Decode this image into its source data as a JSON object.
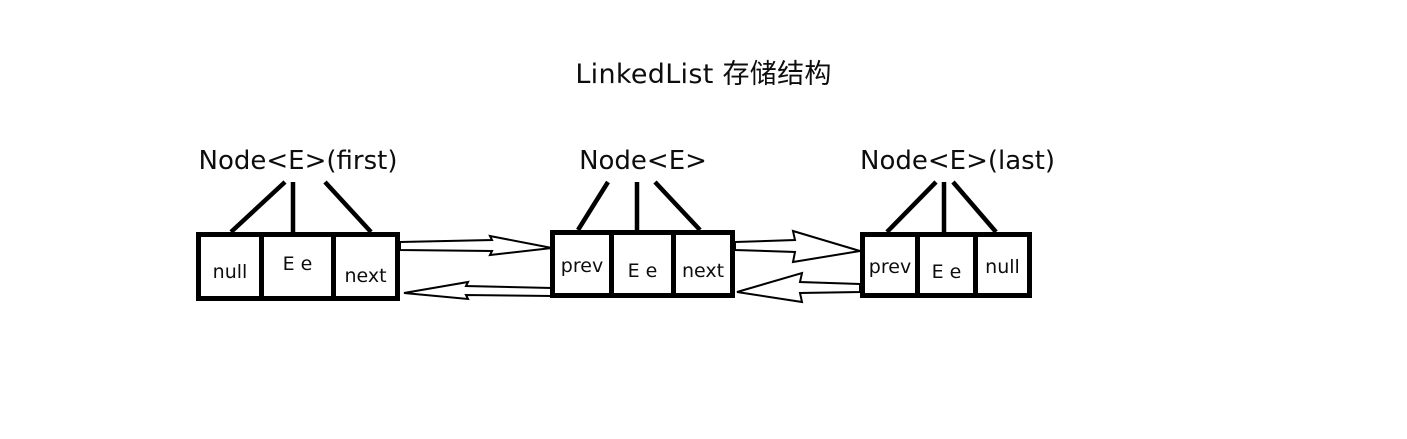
{
  "diagram": {
    "title": "LinkedList 存储结构",
    "type": "doubly-linked-list-structure",
    "nodes": [
      {
        "id": "node-first",
        "label": "Node<E>(first)",
        "cells": [
          {
            "name": "prev-cell",
            "text": "null"
          },
          {
            "name": "element-cell",
            "text": "E e"
          },
          {
            "name": "next-cell",
            "text": "next"
          }
        ]
      },
      {
        "id": "node-middle",
        "label": "Node<E>",
        "cells": [
          {
            "name": "prev-cell",
            "text": "prev"
          },
          {
            "name": "element-cell",
            "text": "E e"
          },
          {
            "name": "next-cell",
            "text": "next"
          }
        ]
      },
      {
        "id": "node-last",
        "label": "Node<E>(last)",
        "cells": [
          {
            "name": "prev-cell",
            "text": "prev"
          },
          {
            "name": "element-cell",
            "text": "E e"
          },
          {
            "name": "next-cell",
            "text": "null"
          }
        ]
      }
    ],
    "connectors": [
      {
        "name": "next-arrow-first-to-middle",
        "direction": "right",
        "from": "node-first",
        "to": "node-middle"
      },
      {
        "name": "prev-arrow-middle-to-first",
        "direction": "left",
        "from": "node-middle",
        "to": "node-first"
      },
      {
        "name": "next-arrow-middle-to-last",
        "direction": "right",
        "from": "node-middle",
        "to": "node-last"
      },
      {
        "name": "prev-arrow-last-to-middle",
        "direction": "left",
        "from": "node-last",
        "to": "node-middle"
      }
    ],
    "colors": {
      "stroke": "#000000",
      "background": "#ffffff",
      "text": "#0d0d0d"
    }
  }
}
